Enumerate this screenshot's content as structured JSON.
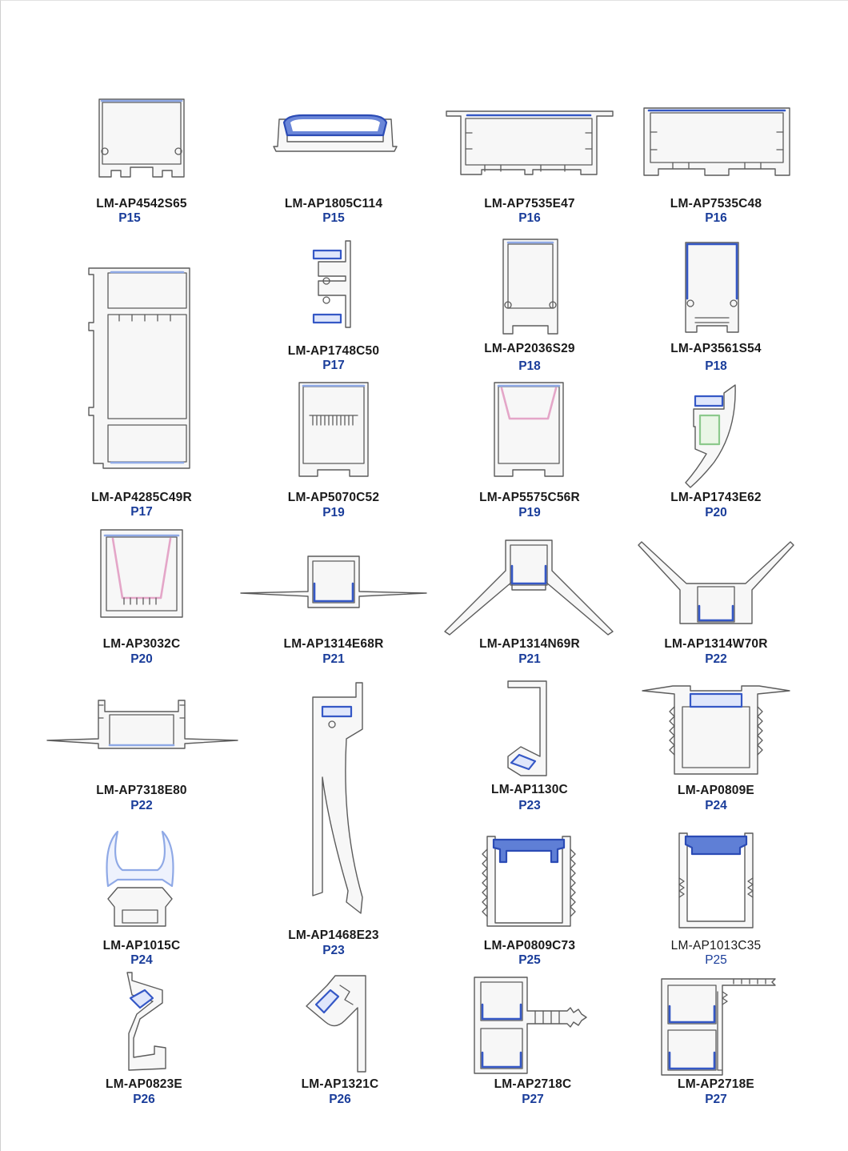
{
  "colors": {
    "outline": "#5c5c5c",
    "diffuser_blue": "#3558c6",
    "diffuser_light_blue": "#8fa9e6",
    "pink": "#e4a6c8",
    "green": "#8cc98c",
    "model_text": "#1a1a1a",
    "page_text": "#1a3d9a"
  },
  "products": [
    {
      "model": "LM-AP4542S65",
      "page": "P15"
    },
    {
      "model": "LM-AP1805C114",
      "page": "P15"
    },
    {
      "model": "LM-AP7535E47",
      "page": "P16"
    },
    {
      "model": "LM-AP7535C48",
      "page": "P16"
    },
    {
      "model": "LM-AP4285C49R",
      "page": "P17"
    },
    {
      "model": "LM-AP1748C50",
      "page": "P17"
    },
    {
      "model": "LM-AP2036S29",
      "page": "P18"
    },
    {
      "model": "LM-AP3561S54",
      "page": "P18"
    },
    {
      "model": "LM-AP5070C52",
      "page": "P19"
    },
    {
      "model": "LM-AP5575C56R",
      "page": "P19"
    },
    {
      "model": "LM-AP1743E62",
      "page": "P20"
    },
    {
      "model": "LM-AP3032C",
      "page": "P20"
    },
    {
      "model": "LM-AP1314E68R",
      "page": "P21"
    },
    {
      "model": "LM-AP1314N69R",
      "page": "P21"
    },
    {
      "model": "LM-AP1314W70R",
      "page": "P22"
    },
    {
      "model": "LM-AP7318E80",
      "page": "P22"
    },
    {
      "model": "LM-AP1130C",
      "page": "P23"
    },
    {
      "model": "LM-AP0809E",
      "page": "P24"
    },
    {
      "model": "LM-AP1468E23",
      "page": "P23"
    },
    {
      "model": "LM-AP1015C",
      "page": "P24"
    },
    {
      "model": "LM-AP0809C73",
      "page": "P25"
    },
    {
      "model": "LM-AP1013C35",
      "page": "P25"
    },
    {
      "model": "LM-AP0823E",
      "page": "P26"
    },
    {
      "model": "LM-AP1321C",
      "page": "P26"
    },
    {
      "model": "LM-AP2718C",
      "page": "P27"
    },
    {
      "model": "LM-AP2718E",
      "page": "P27"
    }
  ]
}
